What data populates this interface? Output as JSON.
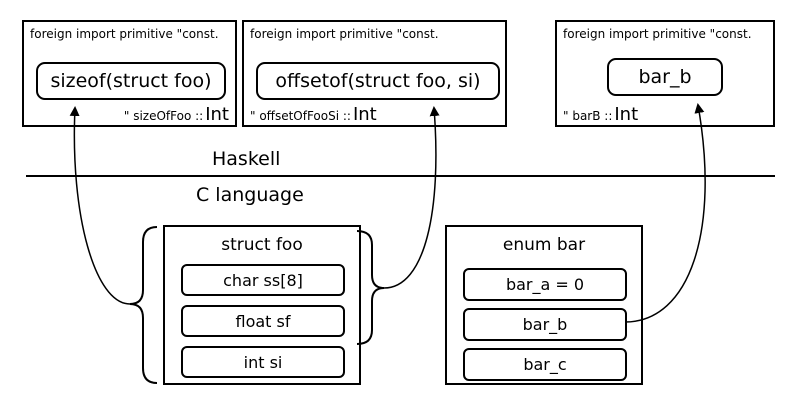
{
  "haskell_side": {
    "label": "Haskell",
    "imports": [
      {
        "header": "foreign import primitive \"const.",
        "expr": "sizeof(struct foo)",
        "name": "\" sizeOfFoo ::",
        "type": "Int"
      },
      {
        "header": "foreign import primitive \"const.",
        "expr": "offsetof(struct foo, si)",
        "name": "\" offsetOfFooSi ::",
        "type": "Int"
      },
      {
        "header": "foreign import primitive \"const.",
        "expr": "bar_b",
        "name": "\" barB ::",
        "type": "Int"
      }
    ]
  },
  "c_side": {
    "label": "C language",
    "struct": {
      "title": "struct foo",
      "fields": [
        "char ss[8]",
        "float sf",
        "int si"
      ]
    },
    "enum": {
      "title": "enum bar",
      "items": [
        "bar_a = 0",
        "bar_b",
        "bar_c"
      ]
    }
  }
}
